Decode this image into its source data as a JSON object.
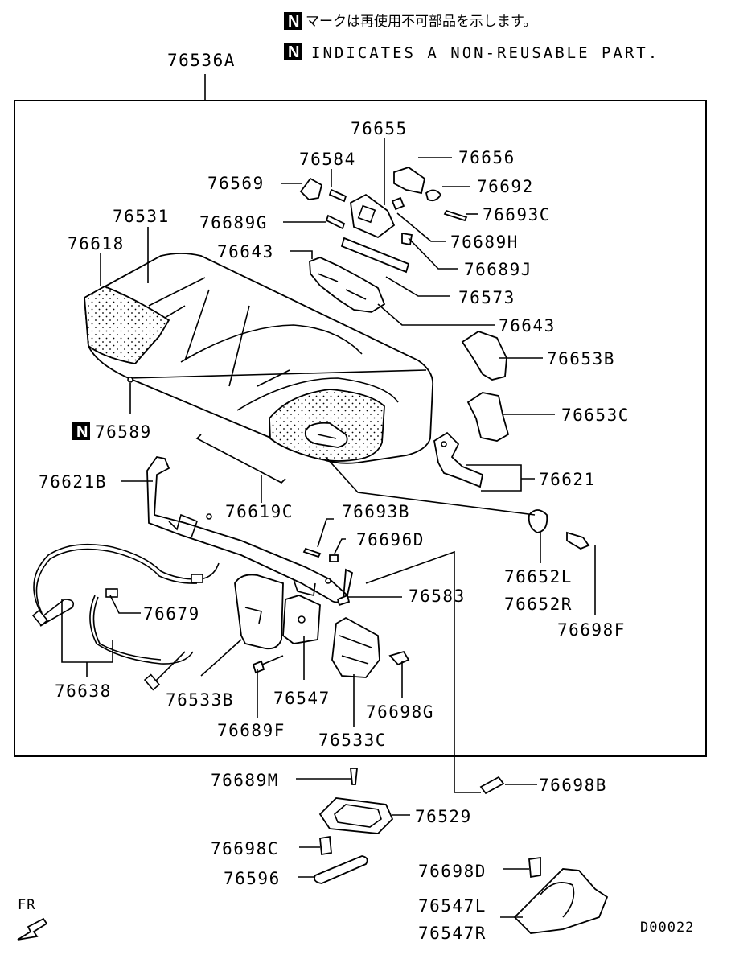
{
  "notice": {
    "badge": "N",
    "japanese": "マークは再使用不可部品を示します。",
    "english": "INDICATES A NON-REUSABLE PART."
  },
  "assembly_label": "76536A",
  "diagram_code": "D00022",
  "fr_label": "FR",
  "parts": {
    "p76655": "76655",
    "p76584": "76584",
    "p76569": "76569",
    "p76656": "76656",
    "p76692": "76692",
    "p76693C": "76693C",
    "p76531": "76531",
    "p76689G": "76689G",
    "p76689H": "76689H",
    "p76618": "76618",
    "p76643a": "76643",
    "p76689J": "76689J",
    "p76573": "76573",
    "p76643b": "76643",
    "p76653B": "76653B",
    "p76653C": "76653C",
    "p76589": "76589",
    "p76621B": "76621B",
    "p76621": "76621",
    "p76619C": "76619C",
    "p76693B": "76693B",
    "p76696D": "76696D",
    "p76652L": "76652L",
    "p76652R": "76652R",
    "p76583": "76583",
    "p76679": "76679",
    "p76698F": "76698F",
    "p76638": "76638",
    "p76533B": "76533B",
    "p76547": "76547",
    "p76698G": "76698G",
    "p76689F": "76689F",
    "p76533C": "76533C",
    "p76689M": "76689M",
    "p76698B": "76698B",
    "p76529": "76529",
    "p76698C": "76698C",
    "p76596": "76596",
    "p76698D": "76698D",
    "p76547L": "76547L",
    "p76547R": "76547R"
  }
}
